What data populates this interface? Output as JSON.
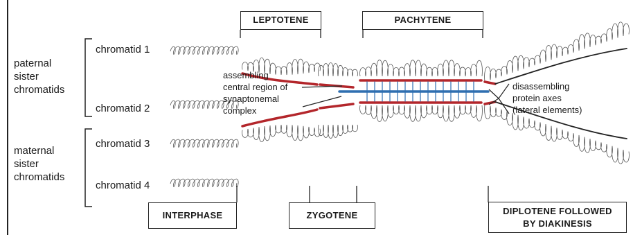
{
  "groups": {
    "paternal": [
      "paternal",
      "sister",
      "chromatids"
    ],
    "maternal": [
      "maternal",
      "sister",
      "chromatids"
    ]
  },
  "chromatids": [
    "chromatid 1",
    "chromatid 2",
    "chromatid 3",
    "chromatid 4"
  ],
  "stages": {
    "leptotene": "LEPTOTENE",
    "pachytene": "PACHYTENE",
    "interphase": "INTERPHASE",
    "zygotene": "ZYGOTENE",
    "diplotene_line1": "DIPLOTENE FOLLOWED",
    "diplotene_line2": "BY DIAKINESIS"
  },
  "annotations": {
    "central": [
      "assembling",
      "central region of",
      "synaptonemal",
      "complex"
    ],
    "axes": [
      "disassembling",
      "protein axes",
      "(lateral elements)"
    ]
  },
  "colors": {
    "lateral_element": "#b3262b",
    "central_element": "#2f6fb0",
    "loops": "#555555",
    "outline": "#222222"
  }
}
